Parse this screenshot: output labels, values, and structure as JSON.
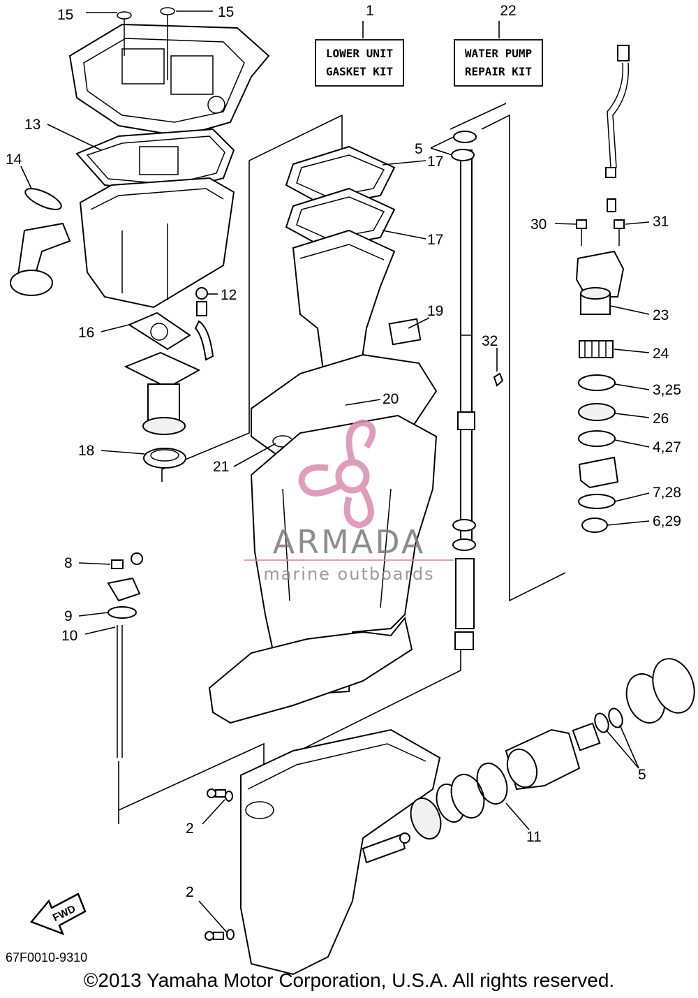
{
  "kits": {
    "lower_unit": {
      "number": "1",
      "line1": "LOWER UNIT",
      "line2": "GASKET KIT"
    },
    "water_pump": {
      "number": "22",
      "line1": "WATER PUMP",
      "line2": "REPAIR KIT"
    }
  },
  "callouts": {
    "c15a": "15",
    "c15b": "15",
    "c13": "13",
    "c14": "14",
    "c12": "12",
    "c16": "16",
    "c18": "18",
    "c17a": "17",
    "c17b": "17",
    "c19": "19",
    "c20": "20",
    "c21": "21",
    "c32": "32",
    "c5a": "5",
    "c30": "30",
    "c31": "31",
    "c23": "23",
    "c24": "24",
    "c3_25": "3,25",
    "c26": "26",
    "c4_27": "4,27",
    "c7_28": "7,28",
    "c6_29": "6,29",
    "c8": "8",
    "c9": "9",
    "c10": "10",
    "c2a": "2",
    "c2b": "2",
    "c11": "11",
    "c5b": "5"
  },
  "fwd_label": "FWD",
  "watermark": {
    "brand": "ARMADA",
    "tagline": "marine outboards",
    "accent": "#d98cb0"
  },
  "diagram_code": "67F0010-9310",
  "copyright": "©2013 Yamaha Motor Corporation, U.S.A. All rights reserved."
}
